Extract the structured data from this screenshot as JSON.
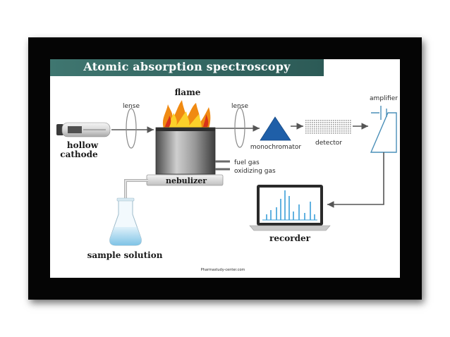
{
  "title": "Atomic absorption spectroscopy",
  "colors": {
    "frame": "#050505",
    "title_bar": "#356964",
    "monochromator": "#1f5fa8",
    "flame": "#f08a12",
    "flask_liquid": "#8ecdea",
    "spectrum": "#3a9fd8"
  },
  "labels": {
    "hollow_cathode_line1": "hollow",
    "hollow_cathode_line2": "cathode",
    "lense_left": "lense",
    "flame": "flame",
    "lense_right": "lense",
    "monochromator": "monochromator",
    "detector": "detector",
    "amplifier": "amplifier",
    "fuel_gas": "fuel gas",
    "oxidizing_gas": "oxidizing gas",
    "nebulizer": "nebulizer",
    "sample_solution": "sample solution",
    "recorder": "recorder",
    "watermark": "Pharmastudy-center.com"
  },
  "icons": [
    "hollow-cathode-lamp-icon",
    "lens-icon",
    "flame-icon",
    "burner-icon",
    "monochromator-prism-icon",
    "detector-grid-icon",
    "amplifier-icon",
    "laptop-icon",
    "flask-icon"
  ]
}
